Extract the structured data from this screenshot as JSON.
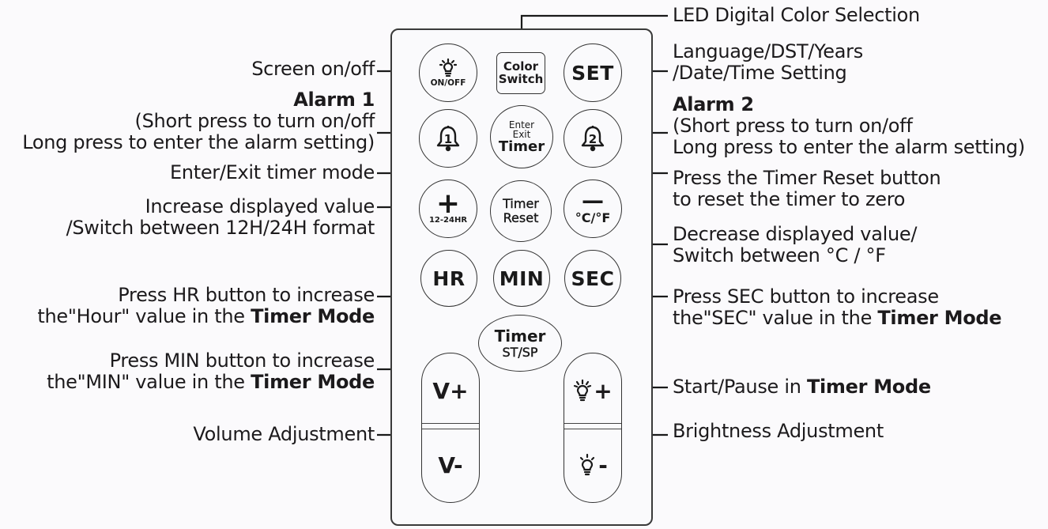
{
  "remote": {
    "buttons": {
      "screen_onoff": {
        "label": "ON/OFF",
        "icon": "bulb-icon"
      },
      "color_switch": {
        "line1": "Color",
        "line2": "Switch"
      },
      "set": {
        "label": "SET"
      },
      "alarm1": {
        "icon": "bell-1-icon",
        "number": "1"
      },
      "timer_enter": {
        "line1": "Enter",
        "line2": "Exit",
        "line3": "Timer"
      },
      "alarm2": {
        "icon": "bell-2-icon",
        "number": "2"
      },
      "plus": {
        "symbol": "+",
        "label": "12-24HR"
      },
      "timer_reset": {
        "line1": "Timer",
        "line2": "Reset"
      },
      "minus": {
        "symbol": "—",
        "label": "°C/°F"
      },
      "hr": {
        "label": "HR"
      },
      "min": {
        "label": "MIN"
      },
      "sec": {
        "label": "SEC"
      },
      "timer_stsp": {
        "line1": "Timer",
        "line2": "ST/SP"
      },
      "vol_up": {
        "label": "V+"
      },
      "vol_down": {
        "label": "V-"
      },
      "bright_up": {
        "label": "+",
        "icon": "bulb-bright-icon"
      },
      "bright_down": {
        "label": "-",
        "icon": "bulb-dim-icon"
      }
    }
  },
  "labels": {
    "left": {
      "screen": "Screen on/off",
      "alarm1_title": "Alarm 1",
      "alarm1_l1": "(Short press to turn on/off",
      "alarm1_l2": "Long press to enter the alarm setting)",
      "timer_mode": "Enter/Exit timer mode",
      "increase_l1": "Increase displayed value",
      "increase_l2": "/Switch between 12H/24H format",
      "hr_l1": "Press HR button to increase",
      "hr_l2a": "the\"Hour\" value in the ",
      "hr_l2b": "Timer Mode",
      "min_l1": "Press MIN button to increase",
      "min_l2a": "the\"MIN\" value in the ",
      "min_l2b": "Timer Mode",
      "volume": "Volume Adjustment"
    },
    "right": {
      "led": "LED Digital Color Selection",
      "set_l1": "Language/DST/Years",
      "set_l2": "/Date/Time Setting",
      "alarm2_title": "Alarm 2",
      "alarm2_l1": "(Short press to turn on/off",
      "alarm2_l2": "Long press to enter the alarm setting)",
      "reset_l1": "Press the Timer Reset button",
      "reset_l2": "to reset the timer to zero",
      "decrease_l1": "Decrease displayed value/",
      "decrease_l2": "Switch between °C / °F",
      "sec_l1": "Press SEC button to increase",
      "sec_l2a": "the\"SEC\" value in the ",
      "sec_l2b": "Timer Mode",
      "stsp_a": "Start/Pause in ",
      "stsp_b": "Timer Mode",
      "brightness": "Brightness Adjustment"
    }
  },
  "colors": {
    "ink": "#1c1a1c",
    "background": "#fbfafc"
  }
}
